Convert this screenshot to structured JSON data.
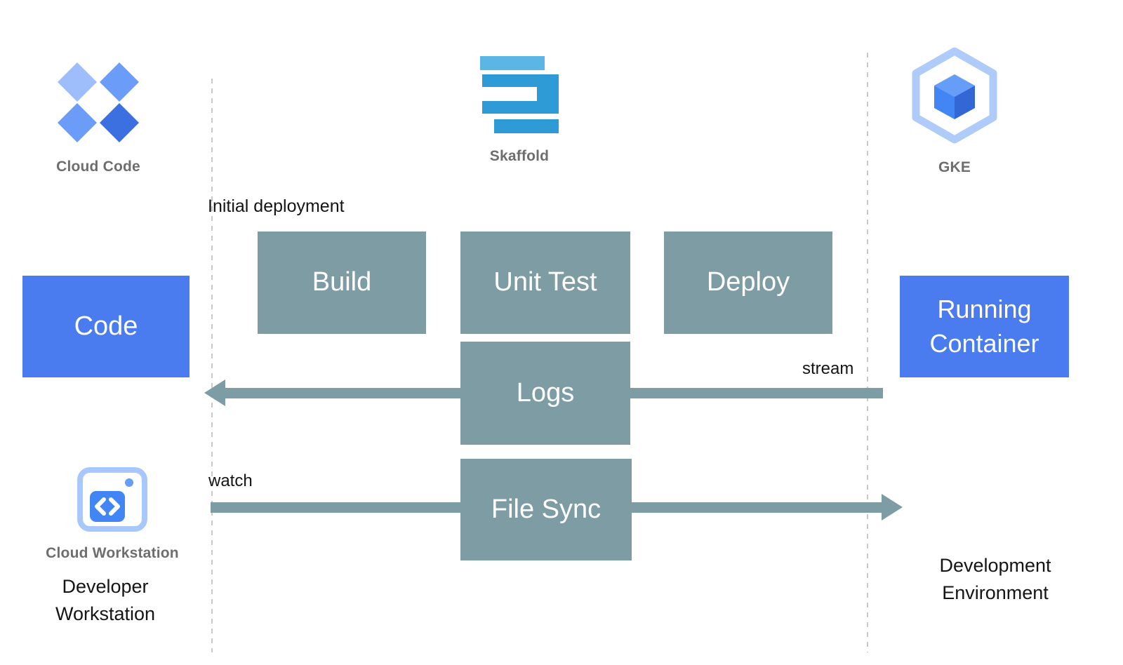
{
  "colors": {
    "blue_box": "#4A7CEF",
    "teal_box": "#7E9CA3",
    "caption_gray": "#6E6E6E",
    "dashed_line": "#C9C9C9"
  },
  "icons": {
    "cloud_code": {
      "label": "Cloud Code"
    },
    "skaffold": {
      "label": "Skaffold"
    },
    "gke": {
      "label": "GKE"
    },
    "cloud_workstation": {
      "label": "Cloud Workstation"
    }
  },
  "boxes": {
    "code": "Code",
    "build": "Build",
    "unit_test": "Unit Test",
    "deploy": "Deploy",
    "logs": "Logs",
    "file_sync": "File Sync",
    "running_container": "Running Container"
  },
  "annotations": {
    "initial_deployment": "Initial deployment",
    "stream": "stream",
    "watch": "watch",
    "developer_workstation": "Developer Workstation",
    "development_environment": "Development Environment"
  }
}
